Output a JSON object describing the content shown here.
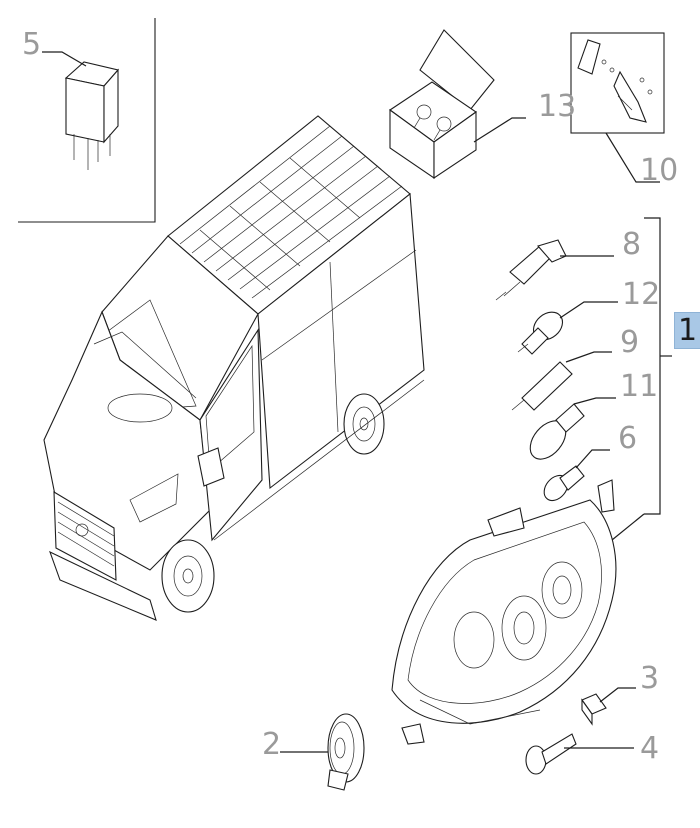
{
  "callouts": {
    "c5": "5",
    "c13": "13",
    "c10": "10",
    "c8": "8",
    "c12": "12",
    "c1": "1",
    "c9": "9",
    "c11": "11",
    "c6": "6",
    "c3": "3",
    "c2": "2",
    "c4": "4"
  },
  "colors": {
    "callout_text": "#9a9a9a",
    "main_callout_bg": "#a9c8e6",
    "line": "#1e1e1e"
  }
}
